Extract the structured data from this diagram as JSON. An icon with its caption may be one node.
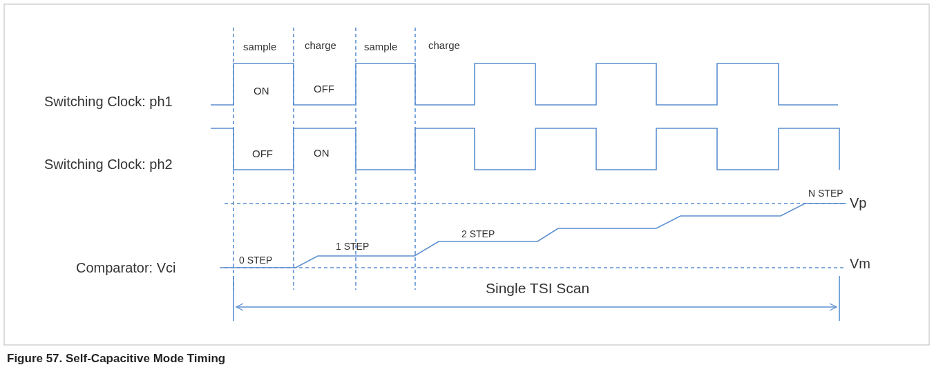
{
  "diagram": {
    "caption": "Figure 57.  Self-Capacitive Mode Timing",
    "labels": [
      "sample",
      "charge",
      "sample",
      "charge",
      "Switching Clock: ph1",
      "ON",
      "OFF",
      "Switching Clock: ph2",
      "OFF",
      "ON",
      "N STEP",
      "Vp",
      "2 STEP",
      "1 STEP",
      "Comparator: Vci",
      "0 STEP",
      "Vm",
      "Single TSI Scan"
    ]
  }
}
